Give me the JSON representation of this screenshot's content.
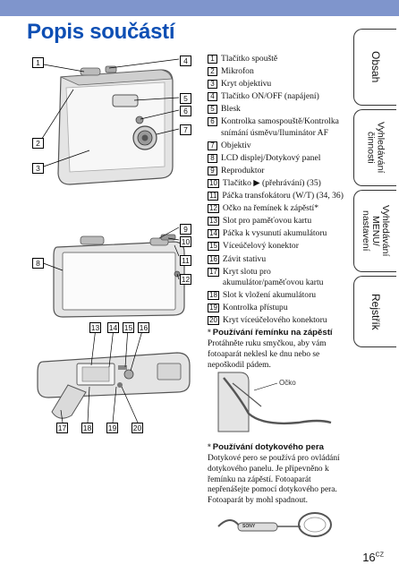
{
  "title": "Popis součástí",
  "tabs": [
    {
      "label": "Obsah"
    },
    {
      "label": "Vyhledávání\nčinnosti"
    },
    {
      "label": "Vyhledávání MENU/\nnastavení"
    },
    {
      "label": "Rejstřík"
    }
  ],
  "parts": [
    {
      "n": "1",
      "text": "Tlačítko spouště"
    },
    {
      "n": "2",
      "text": "Mikrofon"
    },
    {
      "n": "3",
      "text": "Kryt objektivu"
    },
    {
      "n": "4",
      "text": "Tlačítko ON/OFF (napájení)"
    },
    {
      "n": "5",
      "text": "Blesk"
    },
    {
      "n": "6",
      "text": "Kontrolka samospouště/Kontrolka snímání úsměvu/Iluminátor AF"
    },
    {
      "n": "7",
      "text": "Objektiv"
    },
    {
      "n": "8",
      "text": "LCD displej/Dotykový panel"
    },
    {
      "n": "9",
      "text": "Reproduktor"
    },
    {
      "n": "10",
      "text": "Tlačítko ▶ (přehrávání) (35)"
    },
    {
      "n": "11",
      "text": "Páčka transfokátoru (W/T) (34, 36)"
    },
    {
      "n": "12",
      "text": "Očko na řemínek k zápěstí*"
    },
    {
      "n": "13",
      "text": "Slot pro paměťovou kartu"
    },
    {
      "n": "14",
      "text": "Páčka k vysunutí akumulátoru"
    },
    {
      "n": "15",
      "text": "Víceúčelový konektor"
    },
    {
      "n": "16",
      "text": "Závit stativu"
    },
    {
      "n": "17",
      "text": "Kryt slotu pro akumulátor/paměťovou kartu"
    },
    {
      "n": "18",
      "text": "Slot k vložení akumulátoru"
    },
    {
      "n": "19",
      "text": "Kontrolka přístupu"
    },
    {
      "n": "20",
      "text": "Kryt víceúčelového konektoru"
    }
  ],
  "callouts": {
    "c1": "1",
    "c2": "2",
    "c3": "3",
    "c4": "4",
    "c5": "5",
    "c6": "6",
    "c7": "7",
    "c8": "8",
    "c9": "9",
    "c10": "10",
    "c11": "11",
    "c12": "12",
    "c13": "13",
    "c14": "14",
    "c15": "15",
    "c16": "16",
    "c17": "17",
    "c18": "18",
    "c19": "19",
    "c20": "20"
  },
  "strap_note": {
    "title": "Používání řemínku na zápěstí",
    "star": "*",
    "body": "Protáhněte ruku smyčkou, aby vám fotoaparát neklesl ke dnu nebo se nepoškodil pádem.",
    "hook_label": "Očko"
  },
  "pen_note": {
    "title": "Používání dotykového pera",
    "star": "*",
    "body": "Dotykové pero se používá pro ovládání dotykového panelu. Je připevněno k řemínku na zápěstí. Fotoaparát nepřenášejte pomocí dotykového pera. Fotoaparát by mohl spadnout.",
    "brand": "SONY"
  },
  "page": {
    "number": "16",
    "suffix": "CZ"
  }
}
